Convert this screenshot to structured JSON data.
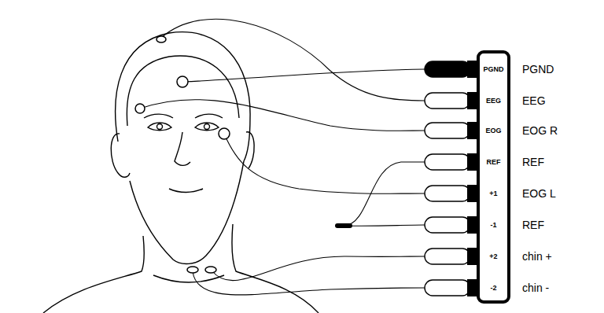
{
  "diagram": {
    "nodes": [
      {
        "text": [
          "PGND",
          "EEG",
          "EOG",
          "REF",
          "+1",
          "-1",
          "+2",
          "-2"
        ]
      }
    ],
    "labels": [
      "PGND",
      "EEG",
      "EOG R",
      "REF",
      "EOG L",
      "REF",
      "chin +",
      "chin -"
    ]
  }
}
